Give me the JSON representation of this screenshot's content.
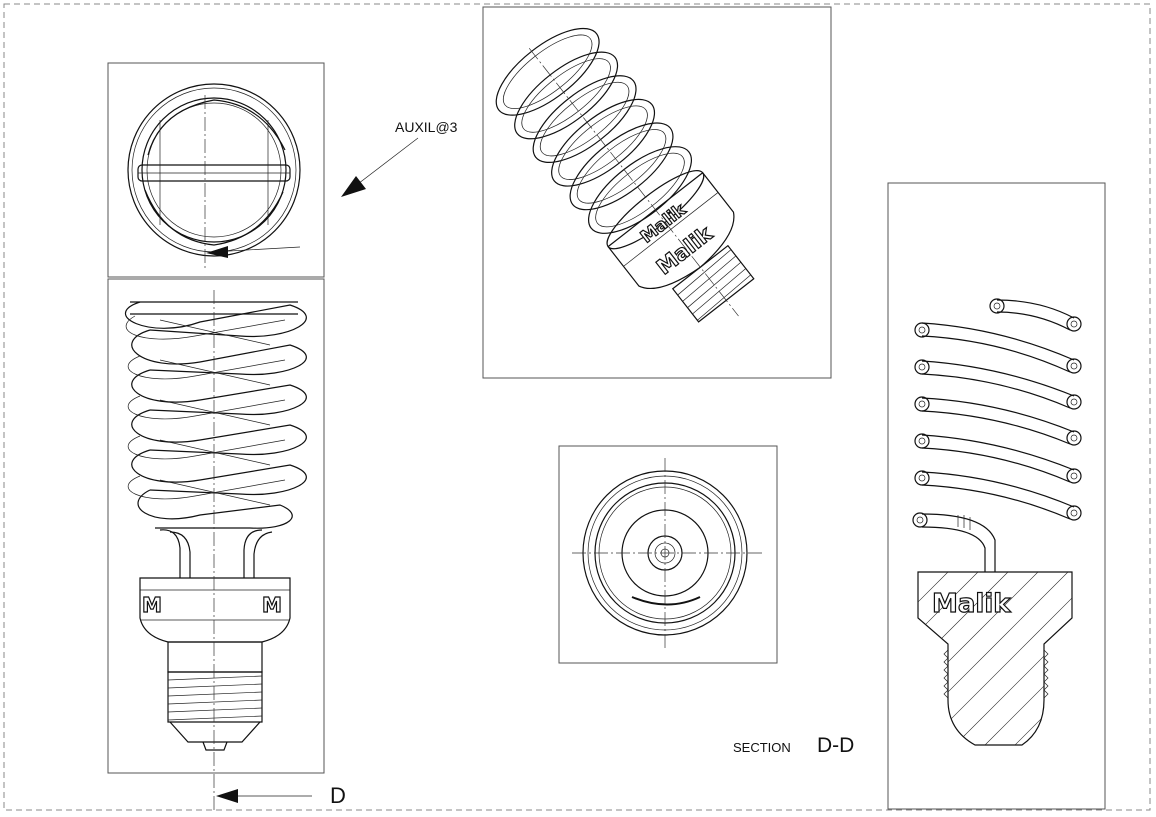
{
  "labels": {
    "auxiliary_view": "AUXIL@3",
    "section_word": "SECTION",
    "section_id": "D-D",
    "cut_marker": "D",
    "brand": "Malik",
    "brand_mark": "M"
  }
}
